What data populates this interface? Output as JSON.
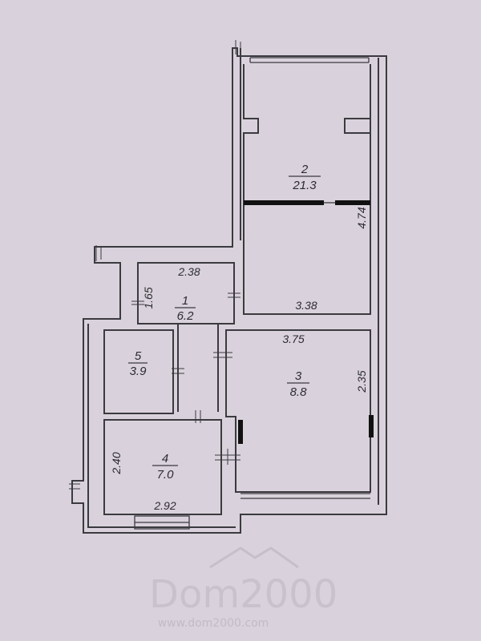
{
  "rooms": [
    {
      "id": "1",
      "area": "6.2"
    },
    {
      "id": "2",
      "area": "21.3"
    },
    {
      "id": "3",
      "area": "8.8"
    },
    {
      "id": "4",
      "area": "7.0"
    },
    {
      "id": "5",
      "area": "3.9"
    }
  ],
  "dimensions": {
    "r1_width": "2.38",
    "r1_height": "1.65",
    "r2_width": "3.38",
    "r2_height": "4.74",
    "r3_width": "3.75",
    "r3_height": "2.35",
    "r4_width": "2.92",
    "r4_height": "2.40"
  },
  "watermark": {
    "brand_dom": "Dom",
    "brand_num": "2000",
    "url": "www.dom2000.com"
  },
  "colors": {
    "background": "#d9d2dc",
    "walls": "#3b3a3f",
    "watermark": "#c9c2cc"
  }
}
